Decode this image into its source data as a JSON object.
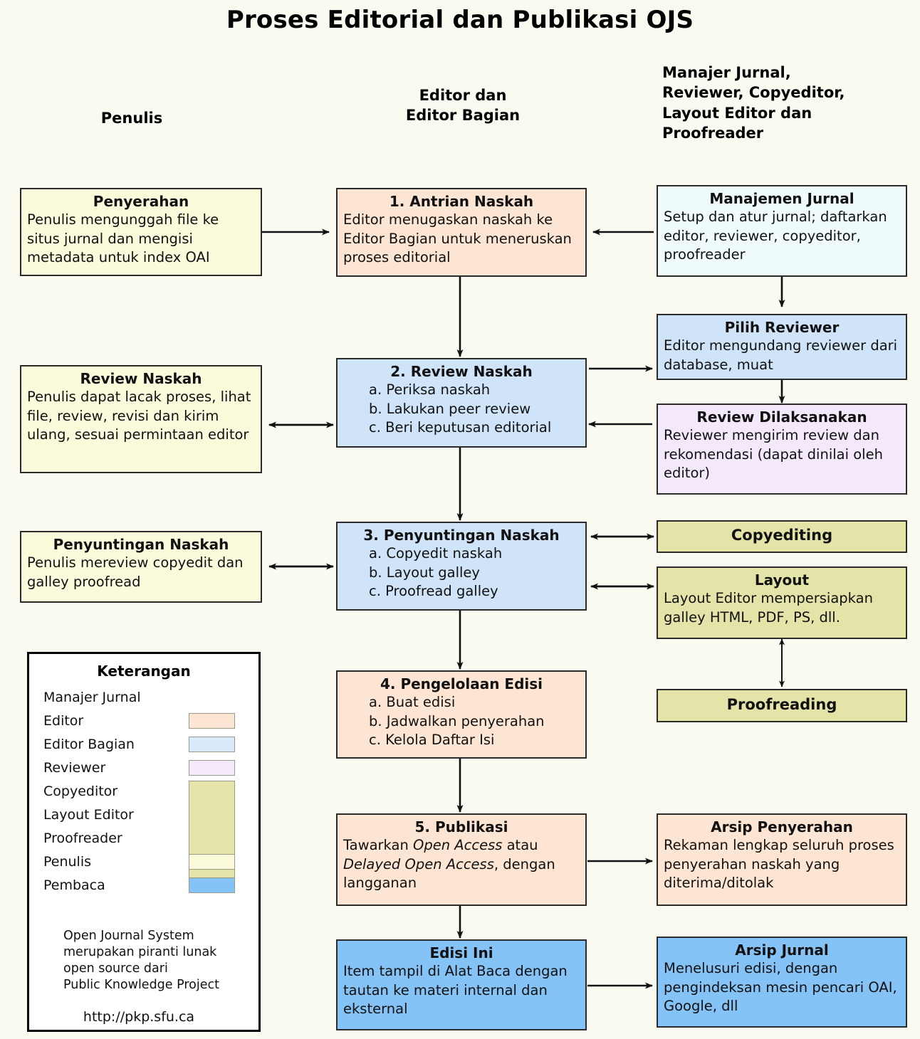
{
  "page": {
    "title": "Proses Editorial dan Publikasi OJS",
    "background": "#fbfaf0"
  },
  "columns": [
    {
      "id": "penulis",
      "label": "Penulis"
    },
    {
      "id": "editor",
      "label": "Editor dan\nEditor Bagian"
    },
    {
      "id": "lainnya",
      "label": "Manajer Jurnal,\nReviewer, Copyeditor,\nLayout Editor dan\nProofreader"
    }
  ],
  "colors": {
    "author": "#fbfbdc",
    "editor": "#fce5d2",
    "section_editor": "#cfe4f9",
    "journal_manager": "#f0fcfc",
    "reviewer": "#f4e9fb",
    "production": "#e4e4a8",
    "reader": "#85c2f5",
    "border": "#2b2b2b",
    "background": "#fbfaf0"
  },
  "boxes": {
    "penyerahan": {
      "title": "Penyerahan",
      "body": "Penulis mengunggah file ke situs jurnal dan mengisi metadata untuk index OAI",
      "role": "Penulis"
    },
    "antrian_naskah": {
      "title": "1. Antrian Naskah",
      "body": "Editor menugaskan naskah ke Editor Bagian untuk meneruskan proses editorial",
      "role": "Editor"
    },
    "manajemen_jurnal": {
      "title": "Manajemen Jurnal",
      "body": "Setup dan atur jurnal; daftarkan editor, reviewer, copyeditor, proofreader",
      "role": "Manajer Jurnal"
    },
    "review_naskah_penulis": {
      "title": "Review Naskah",
      "body": "Penulis dapat lacak proses, lihat file, review, revisi dan kirim ulang, sesuai permintaan editor",
      "role": "Penulis"
    },
    "review_naskah": {
      "title": "2. Review Naskah",
      "items": [
        "a. Periksa naskah",
        "b. Lakukan peer review",
        "c. Beri keputusan editorial"
      ],
      "role": "Editor Bagian"
    },
    "pilih_reviewer": {
      "title": "Pilih Reviewer",
      "body": "Editor mengundang reviewer dari database, muat",
      "role": "Editor Bagian"
    },
    "review_dilaksanakan": {
      "title": "Review Dilaksanakan",
      "body": "Reviewer mengirim review dan rekomendasi (dapat dinilai oleh editor)",
      "role": "Reviewer"
    },
    "penyuntingan_naskah_penulis": {
      "title": "Penyuntingan Naskah",
      "body": "Penulis mereview copyedit dan galley proofread",
      "role": "Penulis"
    },
    "penyuntingan_naskah": {
      "title": "3. Penyuntingan Naskah",
      "items": [
        "a. Copyedit naskah",
        "b. Layout galley",
        "c. Proofread galley"
      ],
      "role": "Editor Bagian"
    },
    "copyediting": {
      "title": "Copyediting",
      "role": "Copyeditor"
    },
    "layout": {
      "title": "Layout",
      "body": "Layout Editor mempersiapkan galley HTML, PDF, PS, dll.",
      "role": "Layout Editor"
    },
    "proofreading": {
      "title": "Proofreading",
      "role": "Proofreader"
    },
    "pengelolaan_edisi": {
      "title": "4. Pengelolaan Edisi",
      "items": [
        "a. Buat edisi",
        "b. Jadwalkan penyerahan",
        "c. Kelola Daftar Isi"
      ],
      "role": "Editor"
    },
    "publikasi": {
      "title": "5. Publikasi",
      "body_parts": [
        "Tawarkan ",
        "Open Access",
        " atau ",
        "Delayed Open Access",
        ", dengan langganan"
      ],
      "role": "Editor"
    },
    "arsip_penyerahan": {
      "title": "Arsip Penyerahan",
      "body": "Rekaman lengkap seluruh proses penyerahan naskah yang diterima/ditolak",
      "role": "Editor"
    },
    "edisi_ini": {
      "title": "Edisi Ini",
      "body": "Item tampil di Alat Baca dengan tautan ke materi internal dan eksternal",
      "role": "Pembaca"
    },
    "arsip_jurnal": {
      "title": "Arsip Jurnal",
      "body": "Menelusuri edisi, dengan pengindeksan mesin pencari OAI, Google, dll",
      "role": "Pembaca"
    }
  },
  "legend": {
    "title": "Keterangan",
    "rows": [
      {
        "label": "Manajer Jurnal",
        "swatch": null
      },
      {
        "label": "Editor",
        "swatch": "#fce5d2"
      },
      {
        "label": "Editor Bagian",
        "swatch": "#dbeafb"
      },
      {
        "label": "Reviewer",
        "swatch": "#f4e9fb"
      },
      {
        "label": "Copyeditor",
        "swatch": "#e4e4a8"
      },
      {
        "label": "Layout Editor",
        "swatch": null
      },
      {
        "label": "Proofreader",
        "swatch": null
      },
      {
        "label": "Penulis",
        "swatch": "#fbfbdc"
      },
      {
        "label": "Pembaca",
        "swatch": "#85c2f5"
      }
    ],
    "note": "Open Journal System\nmerupakan piranti lunak\nopen source dari\nPublic Knowledge Project",
    "url": "http://pkp.sfu.ca"
  }
}
